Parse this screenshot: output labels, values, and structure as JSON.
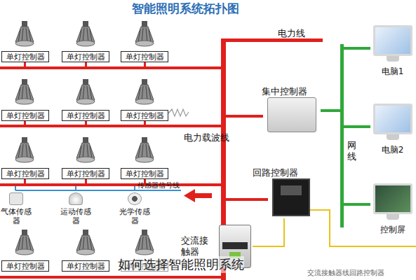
{
  "diagram": {
    "title": "智能照明系统拓扑图",
    "caption": "如何选择智能照明系统",
    "nodes": [
      {
        "text": [
          "单灯控制器"
        ]
      },
      {
        "text": [
          "单灯控制器"
        ]
      },
      {
        "text": [
          "单灯控制器"
        ]
      },
      {
        "text": [
          "电脑1"
        ]
      },
      {
        "text": [
          "单灯控制器"
        ]
      },
      {
        "text": [
          "单灯控制器"
        ]
      },
      {
        "text": [
          "单灯控制器"
        ]
      },
      {
        "text": [
          "集中控制器"
        ]
      },
      {
        "text": [
          "电脑2"
        ]
      },
      {
        "text": [
          "单灯控制器"
        ]
      },
      {
        "text": [
          "单灯控制器"
        ]
      },
      {
        "text": [
          "单灯控制器"
        ]
      },
      {
        "text": [
          "回路控制器"
        ]
      },
      {
        "text": [
          "控制屏"
        ]
      },
      {
        "text": [
          "气体传感器"
        ]
      },
      {
        "text": [
          "运动传感器"
        ]
      },
      {
        "text": [
          "光学传感器"
        ]
      },
      {
        "text": [
          "交流接触器"
        ]
      },
      {
        "text": [
          "单灯控制器"
        ]
      },
      {
        "text": [
          "单灯控制器"
        ]
      },
      {
        "text": [
          "单灯控制器"
        ]
      }
    ],
    "edges": [
      {
        "from": 7,
        "to": 3,
        "arrow": "none"
      },
      {
        "from": 7,
        "to": 8,
        "arrow": "none"
      },
      {
        "from": 7,
        "to": 13,
        "arrow": "none"
      },
      {
        "from": 12,
        "to": 17,
        "arrow": "none"
      }
    ],
    "labels": [
      "电力线",
      "电力载波线",
      "网线",
      "传感器信号线",
      "交流接触器线回路控制器"
    ]
  }
}
